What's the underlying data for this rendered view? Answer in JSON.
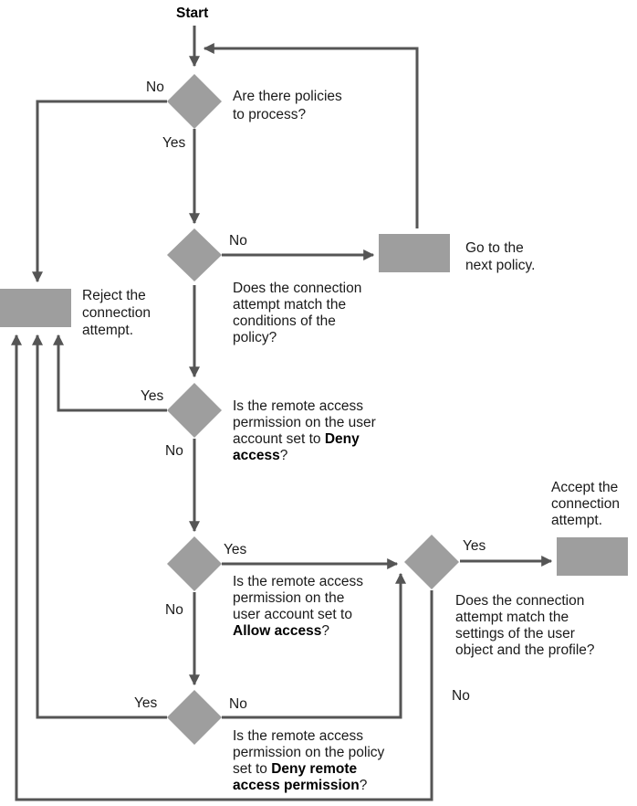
{
  "start_label": "Start",
  "labels": {
    "no": "No",
    "yes": "Yes"
  },
  "decisions": {
    "policies": {
      "lines": [
        "Are there policies",
        "to process?"
      ]
    },
    "match_conditions": {
      "lines": [
        "Does the connection",
        "attempt match the",
        "conditions of the",
        "policy?"
      ]
    },
    "deny_access": {
      "line1": "Is the remote access",
      "line2": "permission on the user",
      "line3_prefix": "account set to ",
      "line3_bold": "Deny",
      "line4_bold": "access",
      "line4_suffix": "?"
    },
    "allow_access": {
      "line1": "Is the remote access",
      "line2": "permission on the",
      "line3": "user account set to",
      "line4_bold": "Allow access",
      "line4_suffix": "?"
    },
    "deny_remote": {
      "line1": "Is the remote access",
      "line2": "permission on the policy",
      "line3_prefix": "set to ",
      "line3_bold": "Deny remote",
      "line4_bold": "access permission",
      "line4_suffix": "?"
    },
    "match_settings": {
      "lines": [
        "Does the connection",
        "attempt match the",
        "settings of the user",
        "object and the profile?"
      ]
    }
  },
  "actions": {
    "reject": {
      "lines": [
        "Reject the",
        "connection",
        "attempt."
      ]
    },
    "next_policy": {
      "lines": [
        "Go to the",
        "next policy."
      ]
    },
    "accept": {
      "lines": [
        "Accept the",
        "connection",
        "attempt."
      ]
    }
  }
}
